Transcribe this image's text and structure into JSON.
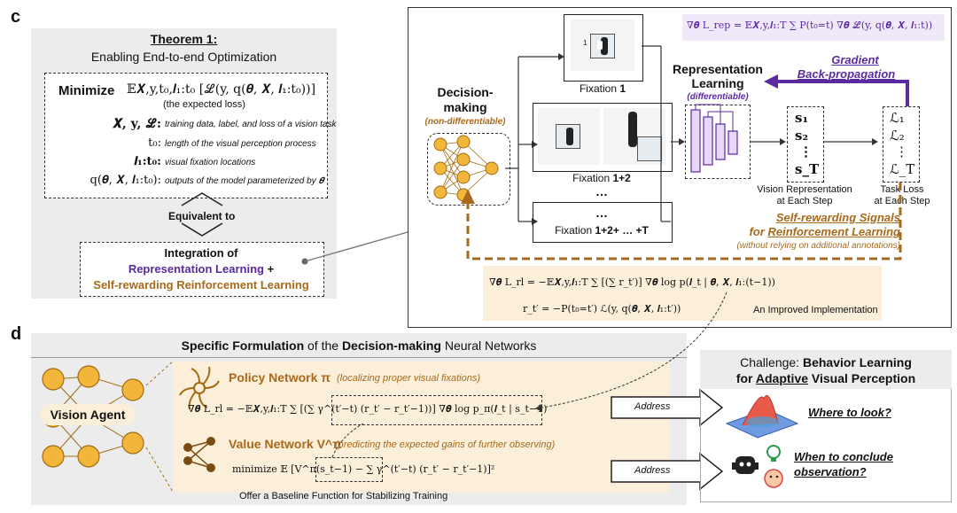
{
  "panel_c": {
    "label": "c",
    "theorem": {
      "title": "Theorem 1:",
      "subtitle": "Enabling End-to-end Optimization",
      "minimize_word": "Minimize",
      "objective": "𝔼𝑿,y,t₀,𝒍₁:t₀ [ℒ(y, q(𝜽, 𝑿, 𝒍₁:t₀))]",
      "expected_loss": "(the expected loss)",
      "defs": [
        {
          "sym": "𝑿, y, ℒ:",
          "text": "training data, label, and loss of a vision task"
        },
        {
          "sym": "t₀:",
          "text": "length of the visual perception process"
        },
        {
          "sym": "𝒍₁:t₀:",
          "text": "visual fixation locations"
        },
        {
          "sym": "q(𝜽, 𝑿, 𝒍₁:t₀):",
          "text": "outputs of the model parameterized by 𝜽"
        }
      ],
      "equivalent": "Equivalent to",
      "integration_title": "Integration of",
      "rep_learning": "Representation Learning",
      "plus": " +",
      "self_rl": "Self-rewarding Reinforcement Learning"
    },
    "decision_making": "Decision-making",
    "non_diff": "(non-differentiable)",
    "fixation_1": "Fixation",
    "fixation_1_num": "1",
    "fixation_12": "Fixation",
    "fixation_12_num": "1+2",
    "ellipsis": "…",
    "fixation_T": "Fixation",
    "fixation_T_num": "1+2+ … +T",
    "rep_learning_title": "Representation Learning",
    "differentiable": "(differentiable)",
    "grad_formula": "∇𝜽 L_rep = 𝔼𝑿,y,𝒍₁:T ∑ P(t₀=t) ∇𝜽 ℒ(y, q(𝜽, 𝑿, 𝒍₁:t))",
    "gradient": "Gradient",
    "backprop": "Back-propagation",
    "reps": [
      "s₁",
      "s₂",
      "⋮",
      "s_T"
    ],
    "losses": [
      "ℒ₁",
      "ℒ₂",
      "⋮",
      "ℒ_T"
    ],
    "vision_rep": "Vision Representation",
    "at_each_step": "at Each Step",
    "task_loss": "Task Loss",
    "at_each_step2": "at Each Step",
    "self_rewarding": "Self-rewarding Signals",
    "for_rl": "for",
    "rl_word": "Reinforcement Learning",
    "without_annot": "(without relying on additional annotations)",
    "rl_formula": "∇𝜽 L_rl = −𝔼𝑿,y,𝒍₁:T ∑ [(∑ r_t′)] ∇𝜽 log p(𝒍_t | 𝜽, 𝑿, 𝒍₁:(t−1))",
    "reward_formula": "r_t′ = −P(t₀=t′) ℒ(y, q(𝜽, 𝑿, 𝒍₁:t′))",
    "improved": "An Improved Implementation"
  },
  "panel_d": {
    "label": "d",
    "header_a": "Specific Formulation",
    "header_b": " of the ",
    "header_c": "Decision-making",
    "header_d": " Neural Networks",
    "vision_agent": "Vision Agent",
    "policy_title": "Policy Network π",
    "policy_desc": "(localizing proper visual fixations)",
    "policy_formula": "∇𝜽 L_rl = −𝔼𝑿,y,𝒍₁:T ∑ [(∑ γ^(t′−t) (r_t′ − r_t′−1))] ∇𝜽 log p_π(𝒍_t | s_t−1)",
    "value_title": "Value Network V^π",
    "value_desc": "(predicting the expected gains of further observing)",
    "value_formula": "minimize 𝔼 [V^π(s_t−1) − ∑ γ^(t′−t) (r_t′ − r_t′−1)]²",
    "baseline": "Offer a Baseline Function for Stabilizing Training",
    "address1": "Address",
    "address2": "Address",
    "challenge_a": "Challenge: ",
    "challenge_b": "Behavior Learning",
    "challenge_c": "for ",
    "challenge_d": "Adaptive",
    "challenge_e": " Visual Perception",
    "where": "Where to look?",
    "when1": "When to conclude",
    "when2": "observation?"
  },
  "colors": {
    "purple": "#5b2aa0",
    "brown": "#a8691a",
    "cream": "#fbefd9",
    "gray": "#ececec",
    "node": "#f2b73a"
  }
}
